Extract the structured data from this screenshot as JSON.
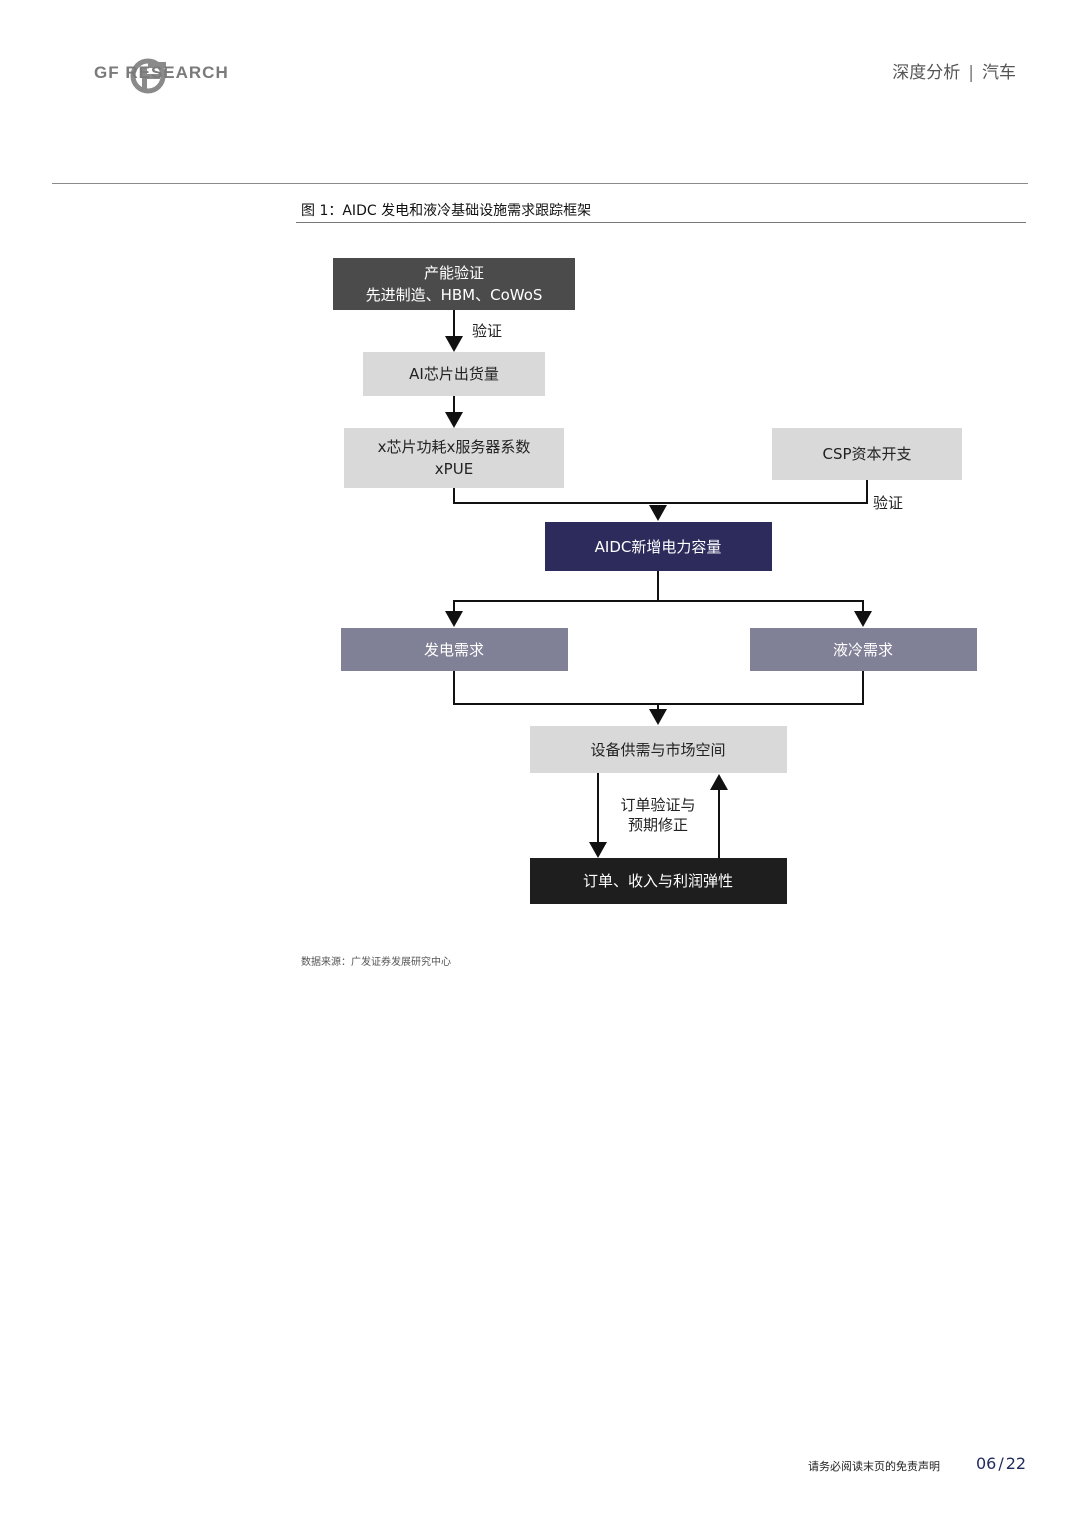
{
  "header": {
    "brand": "GF RESEARCH",
    "section": "深度分析",
    "separator": "|",
    "industry": "汽车"
  },
  "figure": {
    "title": "图 1：AIDC 发电和液冷基础设施需求跟踪框架",
    "source": "数据来源：广发证券发展研究中心"
  },
  "diagram": {
    "node_capacity_line1": "产能验证",
    "node_capacity_line2": "先进制造、HBM、CoWoS",
    "edge_verify_1": "验证",
    "node_ai_chip": "AI芯片出货量",
    "node_power_line1": "x芯片功耗x服务器系数",
    "node_power_line2": "xPUE",
    "node_csp": "CSP资本开支",
    "edge_verify_2": "验证",
    "node_aidc": "AIDC新增电力容量",
    "node_power_gen": "发电需求",
    "node_liquid_cooling": "液冷需求",
    "node_supply": "设备供需与市场空间",
    "edge_order_line1": "订单验证与",
    "edge_order_line2": "预期修正",
    "node_orders": "订单、收入与利润弹性"
  },
  "footer": {
    "disclaimer": "请务必阅读末页的免责声明",
    "page_current": "06",
    "page_sep": "/",
    "page_total": "22"
  },
  "colors": {
    "dark_box": "#4b4b4b",
    "light_box": "#d9d9d9",
    "aidc_box": "#2d2b5c",
    "demand_box": "#808096",
    "black_box": "#1e1e1e",
    "page_number": "#1f2a5c"
  }
}
